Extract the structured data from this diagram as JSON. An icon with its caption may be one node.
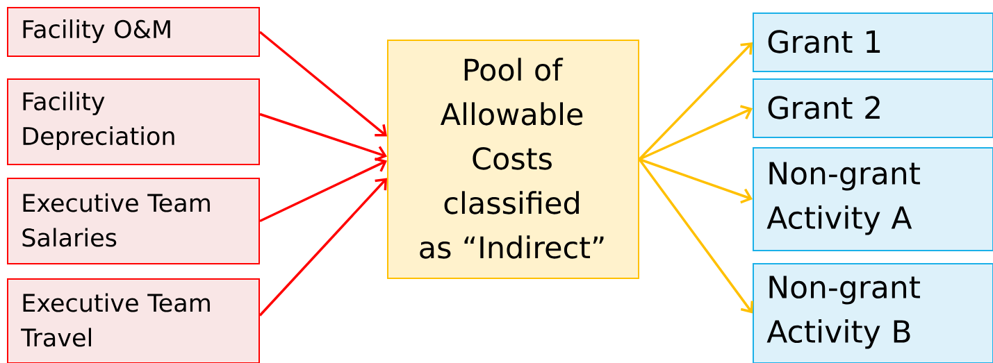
{
  "diagram": {
    "nodes": [
      {
        "text": [
          "Facility O&M"
        ]
      },
      {
        "text": [
          "Facility Depreciation"
        ]
      },
      {
        "text": [
          "Executive Team Salaries"
        ]
      },
      {
        "text": [
          "Executive Team Travel"
        ]
      },
      {
        "text": [
          "Pool of Allowable Costs classified as “Indirect”"
        ]
      },
      {
        "text": [
          "Grant 1"
        ]
      },
      {
        "text": [
          "Grant 2"
        ]
      },
      {
        "text": [
          "Non-grant Activity A"
        ]
      },
      {
        "text": [
          "Non-grant Activity B"
        ]
      }
    ],
    "edges": [
      {
        "from": 0,
        "to": 4,
        "arrow": "to"
      },
      {
        "from": 1,
        "to": 4,
        "arrow": "to"
      },
      {
        "from": 2,
        "to": 4,
        "arrow": "to"
      },
      {
        "from": 3,
        "to": 4,
        "arrow": "to"
      },
      {
        "from": 4,
        "to": 5,
        "arrow": "to",
        "color": "#ffc000"
      },
      {
        "from": 4,
        "to": 6,
        "arrow": "to",
        "color": "#ffc000"
      },
      {
        "from": 4,
        "to": 7,
        "arrow": "to",
        "color": "#ffc000"
      },
      {
        "from": 4,
        "to": 8,
        "arrow": "to",
        "color": "#ffc000"
      }
    ]
  }
}
